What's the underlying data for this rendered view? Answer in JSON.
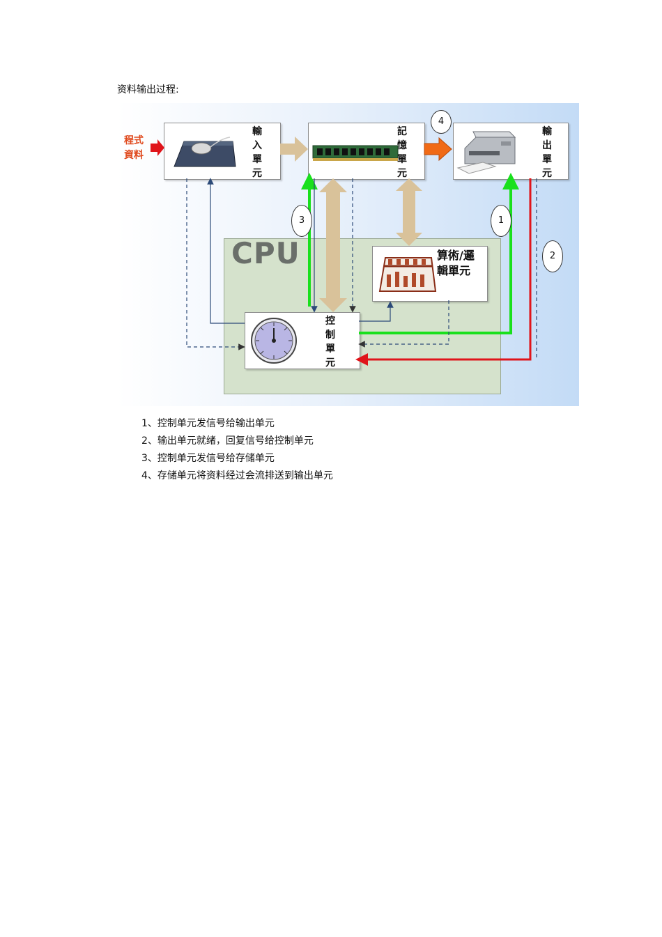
{
  "heading": "资料输出过程:",
  "diagram": {
    "program_data": [
      "程式",
      "資料"
    ],
    "input_unit": [
      "輸",
      "入",
      "單",
      "元"
    ],
    "memory_unit": [
      "記",
      "憶",
      "單",
      "元"
    ],
    "output_unit": [
      "輸",
      "出",
      "單",
      "元"
    ],
    "alu_unit": [
      "算術/邏",
      "輯單元"
    ],
    "control_unit": [
      "控",
      "制",
      "單",
      "元"
    ],
    "cpu_label": "CPU",
    "step_markers": [
      "1",
      "2",
      "3",
      "4"
    ]
  },
  "steps": [
    "1、控制单元发信号给输出单元",
    "2、输出单元就绪，回复信号给控制单元",
    "3、控制单元发信号给存储单元",
    "4、存储单元将资料经过会流排送到输出单元"
  ],
  "colors": {
    "green_signal": "#19e01c",
    "red_signal": "#e0141a",
    "orange_arrow": "#f06a16",
    "bus_arrow": "#d9c29a",
    "control_line": "#2c4a78"
  }
}
